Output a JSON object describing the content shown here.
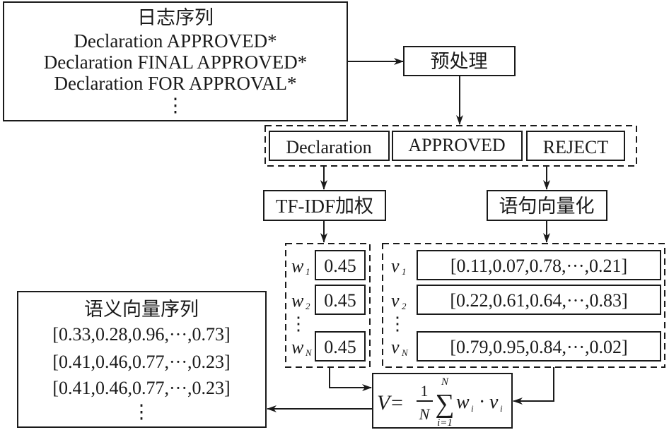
{
  "log_sequence": {
    "title": "日志序列",
    "lines": [
      "Declaration APPROVED*",
      "Declaration FINAL APPROVED*",
      "Declaration FOR APPROVAL*"
    ],
    "ellipsis": "⋮"
  },
  "preprocess": {
    "label": "预处理"
  },
  "tokens": [
    "Declaration",
    "APPROVED",
    "REJECT"
  ],
  "tfidf": {
    "label": "TF-IDF加权"
  },
  "sentence_vec": {
    "label": "语句向量化"
  },
  "weights": {
    "symbol": "w",
    "items": [
      {
        "sub": "1",
        "value": "0.45"
      },
      {
        "sub": "2",
        "value": "0.45"
      },
      {
        "sub": "N",
        "value": "0.45"
      }
    ],
    "ellipsis": "⋮"
  },
  "vectors": {
    "symbol": "v",
    "items": [
      {
        "sub": "1",
        "value": "[0.11,0.07,0.78,···,0.21]"
      },
      {
        "sub": "2",
        "value": "[0.22,0.61,0.64,···,0.83]"
      },
      {
        "sub": "N",
        "value": "[0.79,0.95,0.84,···,0.02]"
      }
    ],
    "ellipsis": "⋮"
  },
  "formula": {
    "lhs": "V",
    "eq": "=",
    "num": "1",
    "den": "N",
    "sum": "∑",
    "upper": "N",
    "lower": "i=1",
    "w": "w",
    "v": "v",
    "i": "i",
    "dot": "·"
  },
  "semantic_sequence": {
    "title": "语义向量序列",
    "lines": [
      "[0.33,0.28,0.96,···,0.73]",
      "[0.41,0.46,0.77,···,0.23]",
      "[0.41,0.46,0.77,···,0.23]"
    ],
    "ellipsis": "⋮"
  }
}
